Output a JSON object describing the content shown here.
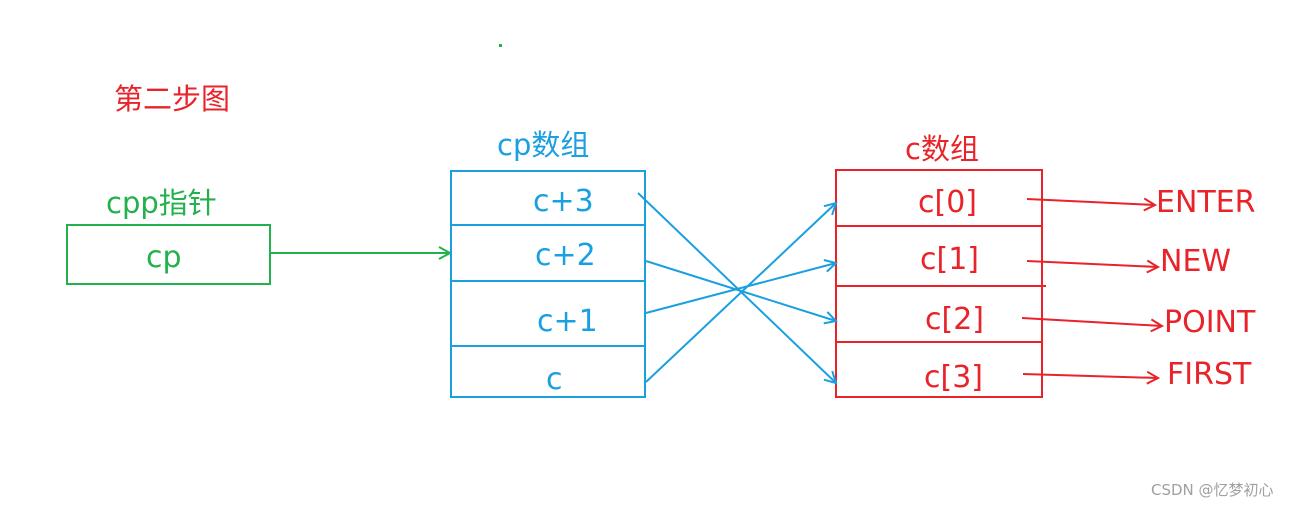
{
  "title": "第二步图",
  "cpp": {
    "label": "cpp指针",
    "cell": "cp"
  },
  "cp_array": {
    "label": "cp数组",
    "cells": [
      "c+3",
      "c+2",
      "c+1",
      "c"
    ]
  },
  "c_array": {
    "label": "c数组",
    "cells": [
      "c[0]",
      "c[1]",
      "c[2]",
      "c[3]"
    ]
  },
  "strings": [
    "ENTER",
    "NEW",
    "POINT",
    "FIRST"
  ],
  "watermark": "CSDN @忆梦初心",
  "colors": {
    "red": "#e8232a",
    "blue": "#1a9fe0",
    "green": "#22b14c"
  }
}
